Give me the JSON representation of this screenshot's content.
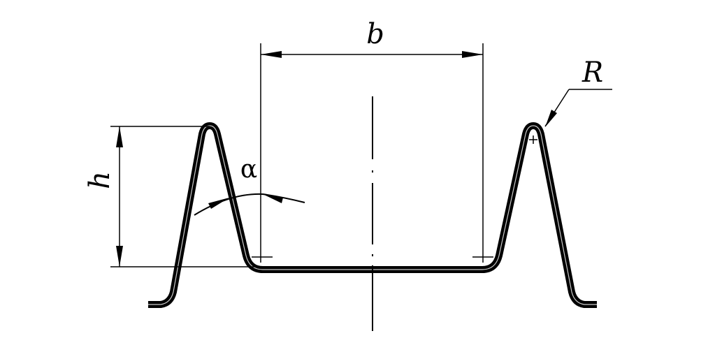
{
  "labels": {
    "b": "b",
    "h": "h",
    "R": "R",
    "alpha": "α"
  },
  "colors": {
    "stroke": "#000000",
    "background": "#ffffff"
  }
}
